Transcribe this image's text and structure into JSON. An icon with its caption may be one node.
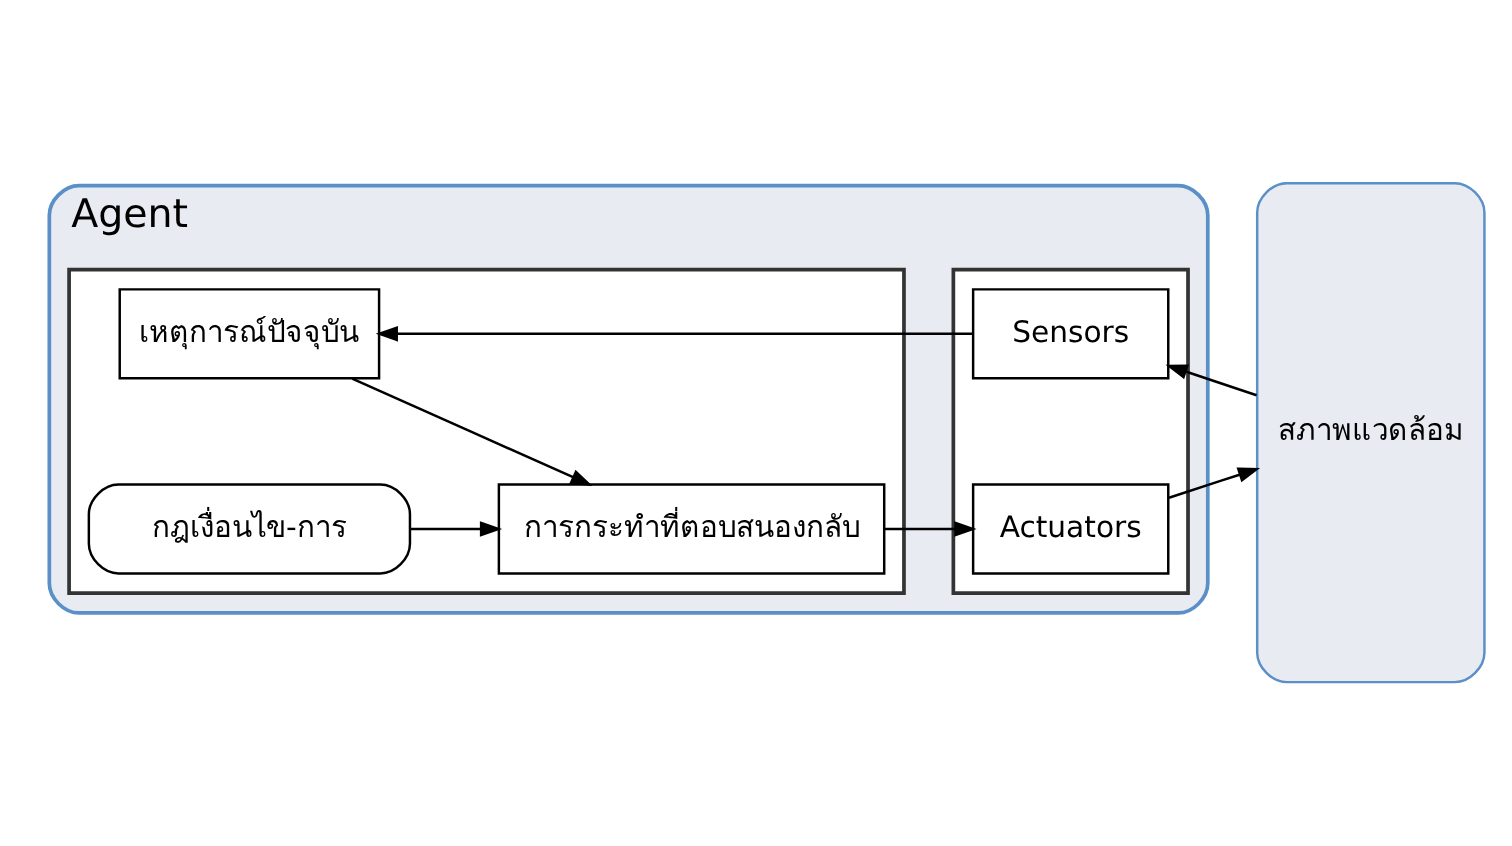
{
  "diagram": {
    "nodes": [
      {
        "text": [
          "Agent"
        ]
      },
      {
        "text": [],
        "shape": "box",
        "in": 0
      },
      {
        "text": [
          "เหตุการณ์ปัจจุบัน"
        ],
        "in": 1
      },
      {
        "text": [
          "กฎเงื่อนไข-การ"
        ],
        "in": 1
      },
      {
        "text": [
          "การกระทำที่ตอบสนองกลับ"
        ],
        "in": 1
      },
      {
        "text": [],
        "shape": "box",
        "in": 0
      },
      {
        "text": [
          "Sensors"
        ],
        "in": 5
      },
      {
        "text": [
          "Actuators"
        ],
        "in": 5
      },
      {
        "text": [
          "สภาพแวดล้อม"
        ]
      }
    ],
    "edges": [
      {
        "from": 8,
        "to": 6,
        "arrow": "to"
      },
      {
        "from": 6,
        "to": 2,
        "arrow": "to"
      },
      {
        "from": 2,
        "to": 4,
        "arrow": "to"
      },
      {
        "from": 3,
        "to": 4,
        "arrow": "to"
      },
      {
        "from": 4,
        "to": 7,
        "arrow": "to"
      },
      {
        "from": 7,
        "to": 8,
        "arrow": "to"
      }
    ]
  }
}
